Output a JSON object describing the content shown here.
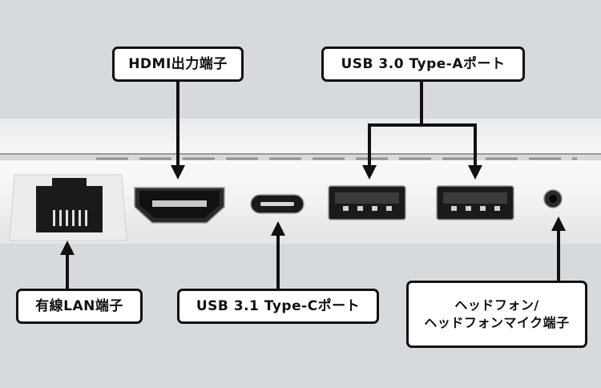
{
  "labels": {
    "hdmi": "HDMI出力端子",
    "usb30": "USB 3.0 Type-Aポート",
    "lan": "有線LAN端子",
    "usbc": "USB 3.1 Type-Cポート",
    "audio_line1": "ヘッドフォン/",
    "audio_line2": "ヘッドフォンマイク端子"
  },
  "colors": {
    "background": "#d7dadd",
    "chassis": "#f4f4f4",
    "port_dark": "#1a1a1a",
    "callout_line": "#111111",
    "label_fill": "#ffffff"
  }
}
